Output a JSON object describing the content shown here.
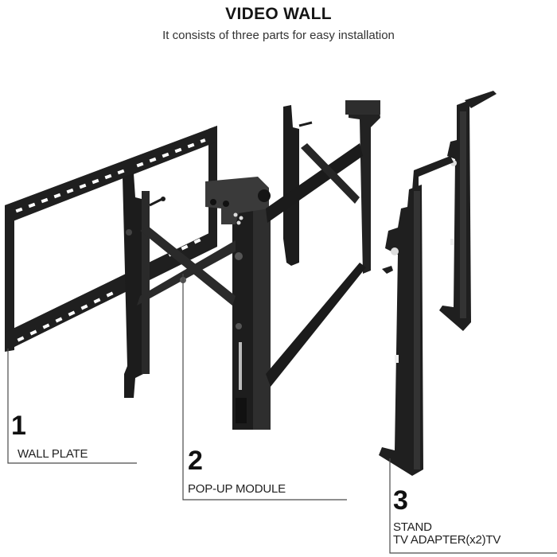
{
  "header": {
    "title": "VIDEO WALL",
    "subtitle": "It consists of three parts for easy installation"
  },
  "parts": [
    {
      "number": "1",
      "label": "WALL PLATE"
    },
    {
      "number": "2",
      "label": "POP-UP MODULE"
    },
    {
      "number": "3",
      "label_line1": "STAND",
      "label_line2": "TV ADAPTER(x2)TV"
    }
  ],
  "colors": {
    "metal": "#1e1e1e",
    "metal_highlight": "#4a4a4a",
    "leader_line": "#555555",
    "background": "#ffffff"
  }
}
